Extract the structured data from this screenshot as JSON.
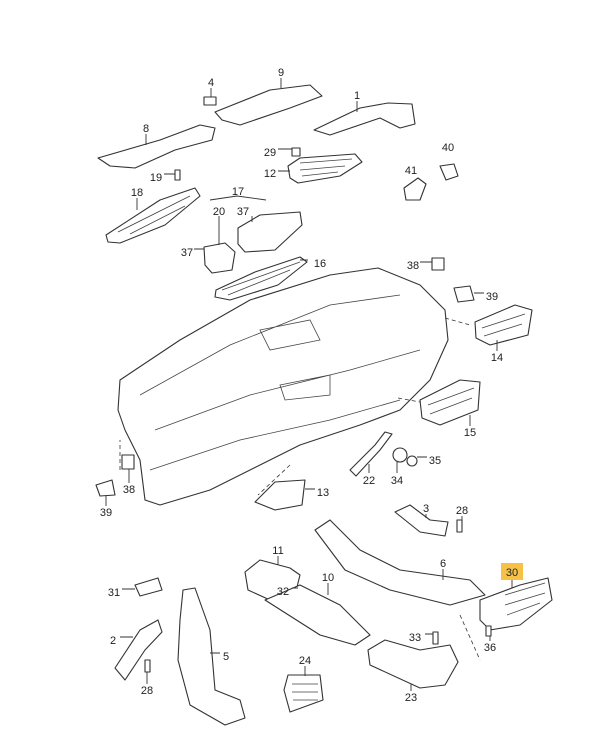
{
  "diagram": {
    "type": "exploded parts diagram",
    "highlight_color": "#f5c146",
    "highlighted_callout": "30",
    "callouts": [
      "4",
      "9",
      "1",
      "8",
      "29",
      "12",
      "19",
      "18",
      "17",
      "20",
      "37",
      "37",
      "16",
      "40",
      "41",
      "38",
      "39",
      "14",
      "15",
      "35",
      "34",
      "22",
      "38",
      "39",
      "13",
      "3",
      "28",
      "11",
      "10",
      "6",
      "31",
      "32",
      "30",
      "36",
      "33",
      "2",
      "5",
      "24",
      "28",
      "23"
    ]
  }
}
